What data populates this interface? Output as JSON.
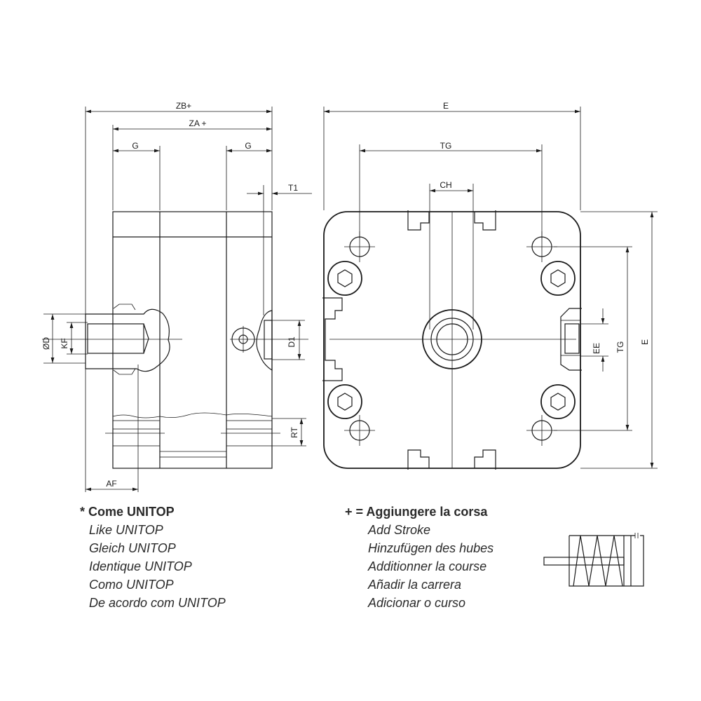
{
  "dimensions": {
    "zb": "ZB+",
    "za": "ZA +",
    "g_left": "G",
    "g_right": "G",
    "t1": "T1",
    "od": "ØD",
    "kf": "KF",
    "d1": "D1",
    "rt": "RT",
    "af": "AF",
    "e_top": "E",
    "tg_top": "TG",
    "ch": "CH",
    "ee": "EE",
    "tg_side": "TG",
    "e_side": "E"
  },
  "notes_left": {
    "heading": "* Come UNITOP",
    "lines": [
      "Like UNITOP",
      "Gleich UNITOP",
      "Identique UNITOP",
      "Como UNITOP",
      "De acordo com UNITOP"
    ]
  },
  "notes_right": {
    "heading": "+ = Aggiungere la corsa",
    "lines": [
      "Add Stroke",
      "Hinzufügen des hubes",
      "Additionner la course",
      "Añadir la carrera",
      "Adicionar o curso"
    ]
  }
}
